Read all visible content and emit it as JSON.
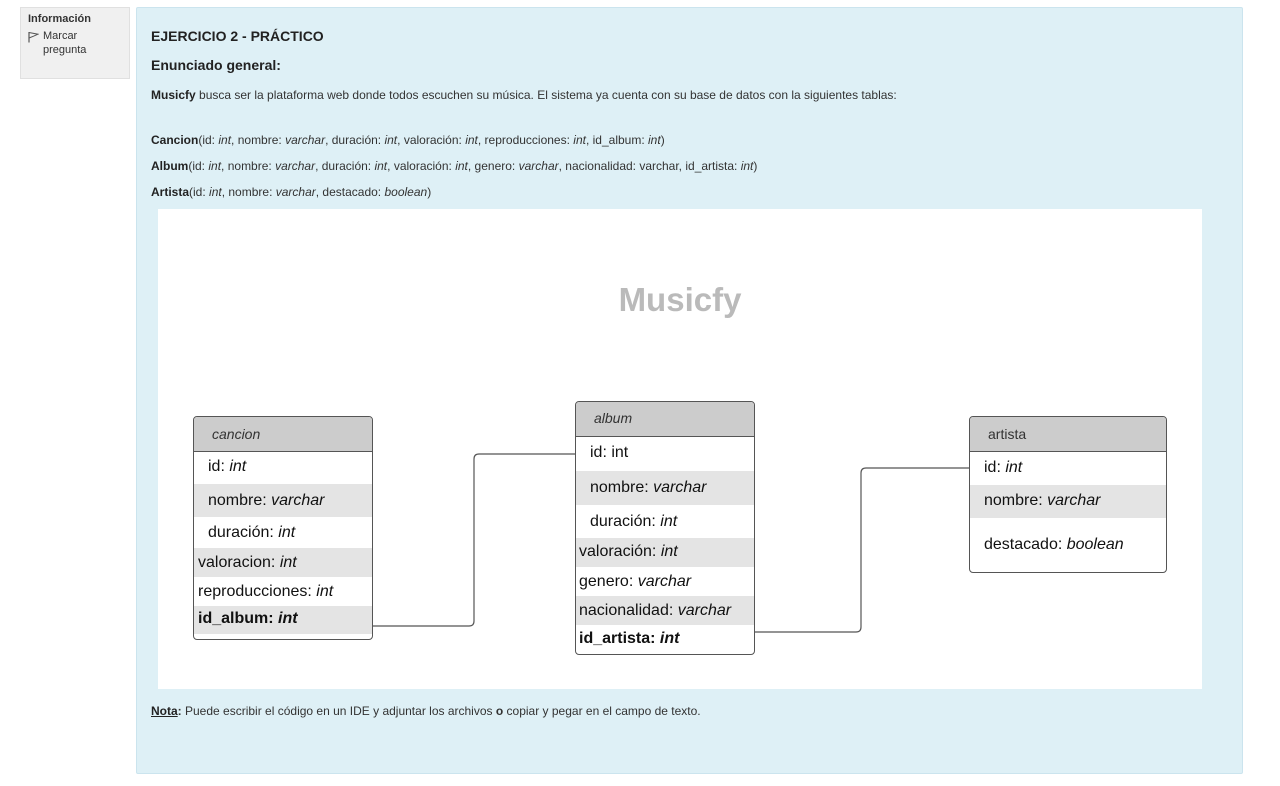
{
  "sidebar": {
    "info_title": "Información",
    "flag_label": "Marcar pregunta",
    "flag_icon": "flag-icon"
  },
  "question": {
    "title": "EJERCICIO 2 - PRÁCTICO",
    "subtitle": "Enunciado general:",
    "intro": {
      "brand": "Musicfy",
      "text": " busca ser la plataforma web donde todos escuchen su música. El sistema ya cuenta con su base de datos con la siguientes tablas:"
    },
    "tables": {
      "cancion": {
        "name": "Cancion",
        "open": "(id: ",
        "t_int1": "int",
        "p2": ", nombre: ",
        "t_varchar": "varchar",
        "p3": ", duración: ",
        "t_int2": "int",
        "p4": ", valoración: ",
        "t_int3": "int",
        "p5": ", reproducciones: ",
        "t_int4": "int",
        "p6": ", id_album: ",
        "t_int5": "int",
        "close": ")"
      },
      "album": {
        "name": "Album",
        "open": "(id: ",
        "t_int1": "int",
        "p2": ", nombre: ",
        "t_varchar1": "varchar",
        "p3": ", duración: ",
        "t_int2": "int",
        "p4": ", valoración: ",
        "t_int3": "int",
        "p5": ", genero: ",
        "t_varchar2": "varchar",
        "p6": ", nacionalidad: varchar, id_artista: ",
        "t_int4": "int",
        "close": ")"
      },
      "artista": {
        "name": "Artista",
        "open": "(id: ",
        "t_int1": "int",
        "p2": ",  nombre: ",
        "t_varchar": "varchar",
        "p3": ", destacado: ",
        "t_boolean": "boolean",
        "close": ")"
      }
    },
    "diagram": {
      "title": "Musicfy",
      "cancion": {
        "header": "cancion",
        "rows": [
          {
            "label": "id: ",
            "type": "int"
          },
          {
            "label": "nombre: ",
            "type": "varchar"
          },
          {
            "label": "duración: ",
            "type": "int"
          },
          {
            "label": "valoracion: ",
            "type": "int"
          },
          {
            "label": "reproducciones: ",
            "type": "int"
          },
          {
            "label": "id_album: ",
            "type": "int"
          }
        ]
      },
      "album": {
        "header": "album",
        "rows": [
          {
            "label": "id: ",
            "type": "int"
          },
          {
            "label": "nombre: ",
            "type": "varchar"
          },
          {
            "label": "duración: ",
            "type": "int"
          },
          {
            "label": "valoración: ",
            "type": "int"
          },
          {
            "label": "genero: ",
            "type": "varchar"
          },
          {
            "label": "nacionalidad: ",
            "type": "varchar"
          },
          {
            "label": "id_artista: ",
            "type": "int"
          }
        ]
      },
      "artista": {
        "header": "artista",
        "rows": [
          {
            "label": "id: ",
            "type": "int"
          },
          {
            "label": "nombre: ",
            "type": "varchar"
          },
          {
            "label": "destacado: ",
            "type": "boolean"
          }
        ]
      }
    },
    "note": {
      "label": "Nota",
      "colon": ":",
      "text1": " Puede escribir el código en un IDE y adjuntar los archivos ",
      "bold": "o",
      "text2": " copiar y pegar en el campo de texto."
    }
  }
}
